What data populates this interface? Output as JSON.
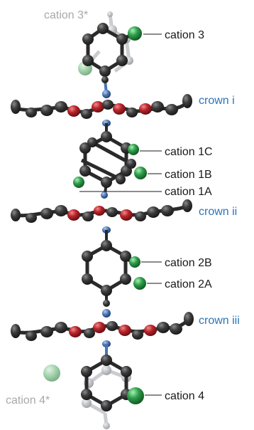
{
  "labels": {
    "cation3_ghost": "cation 3*",
    "cation3": "cation 3",
    "crown_i": "crown i",
    "cation1C": "cation 1C",
    "cation1B": "cation 1B",
    "cation1A": "cation 1A",
    "crown_ii": "crown ii",
    "cation2B": "cation 2B",
    "cation2A": "cation 2A",
    "crown_iii": "crown iii",
    "cation4_ghost": "cation 4*",
    "cation4": "cation 4"
  },
  "colors": {
    "carbon": "#3a3a3a",
    "oxygen": "#b8232a",
    "nitrogen": "#4a74b4",
    "chlorine": "#2e9e4a",
    "ghost_atom": "#b5b8bd",
    "ghost_chlorine": "#8fc79a",
    "label_dark": "#1a1a1a",
    "label_grey": "#a9a9a9",
    "label_blue": "#2b74b8"
  }
}
